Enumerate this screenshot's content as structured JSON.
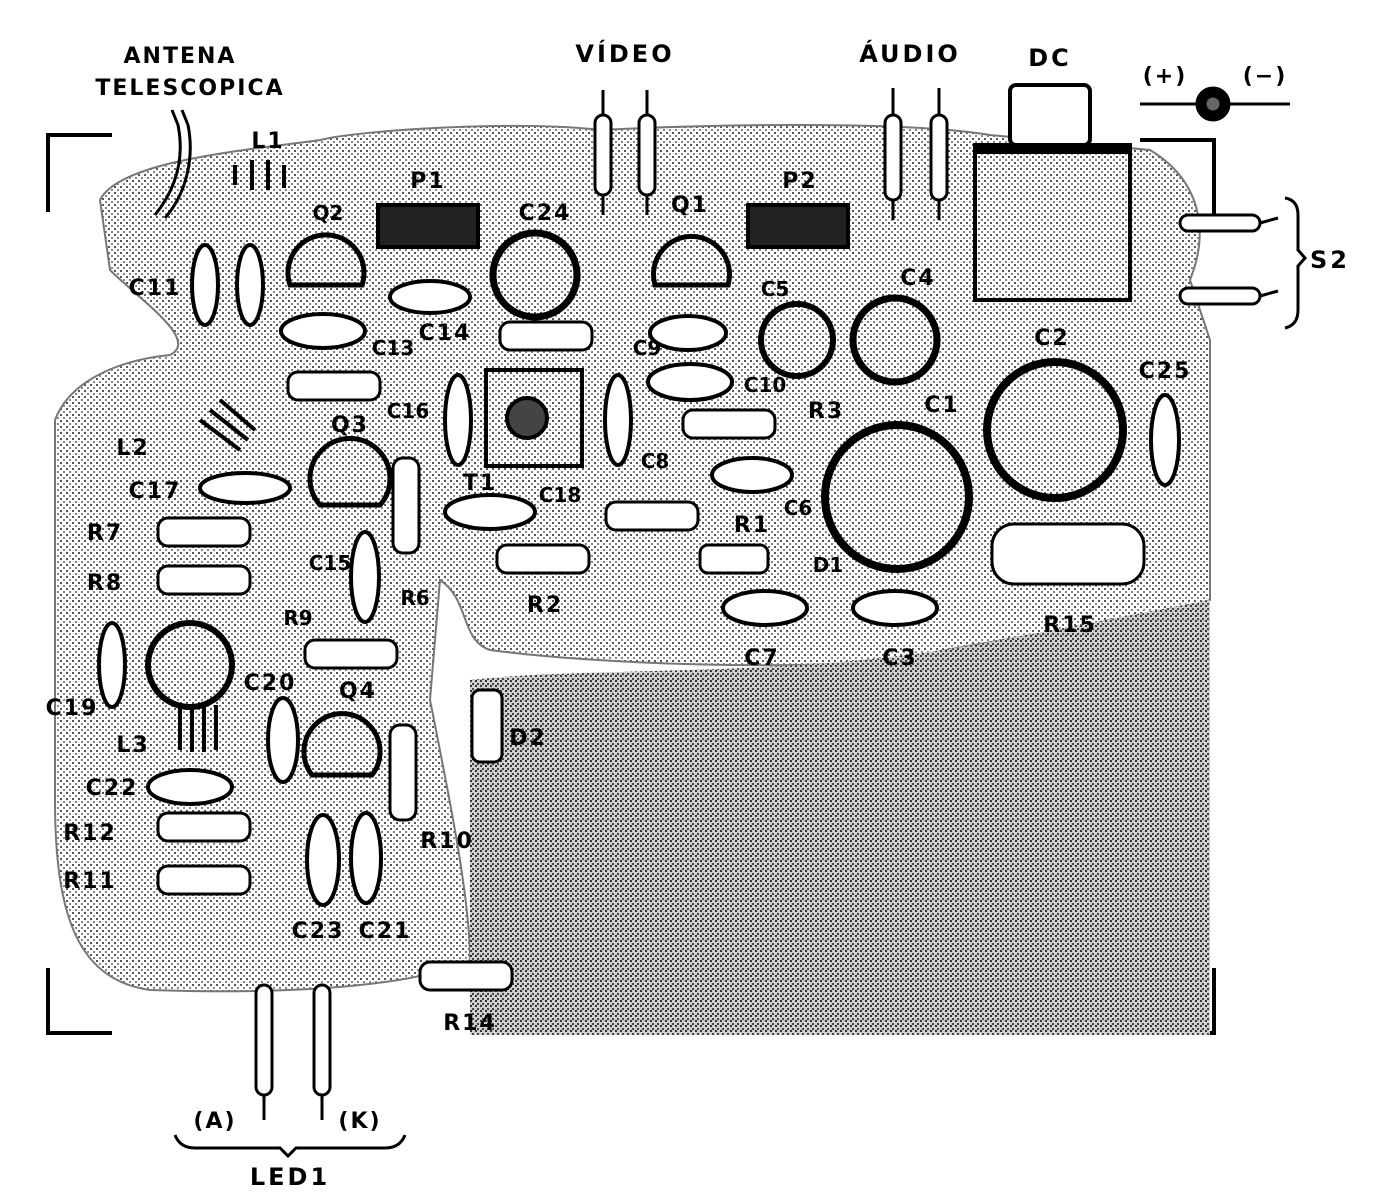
{
  "labels": {
    "antenna_line1": "ANTENA",
    "antenna_line2": "TELESCOPICA",
    "video": "VÍDEO",
    "audio": "ÁUDIO",
    "dc": "DC",
    "plus": "(+)",
    "minus": "(−)",
    "s2": "S2",
    "led_anode": "(A)",
    "led_cathode": "(K)",
    "led": "LED1"
  },
  "components": {
    "L1": "L1",
    "P1": "P1",
    "Q2": "Q2",
    "C11": "C11",
    "C24": "C24",
    "Q1": "Q1",
    "P2": "P2",
    "C4": "C4",
    "C5": "C5",
    "C2": "C2",
    "C25": "C25",
    "C14": "C14",
    "C13": "C13",
    "C9": "C9",
    "C10": "C10",
    "R3": "R3",
    "C1": "C1",
    "L2": "L2",
    "Q3": "Q3",
    "C16": "C16",
    "T1": "T1",
    "C18": "C18",
    "C8": "C8",
    "C6": "C6",
    "R1": "R1",
    "C17": "C17",
    "R7": "R7",
    "R8": "R8",
    "C15": "C15",
    "R6": "R6",
    "R2": "R2",
    "D1": "D1",
    "R15": "R15",
    "C7": "C7",
    "C3": "C3",
    "R9": "R9",
    "C19": "C19",
    "C20": "C20",
    "Q4": "Q4",
    "L3": "L3",
    "D2": "D2",
    "C22": "C22",
    "R12": "R12",
    "R11": "R11",
    "R10": "R10",
    "C23": "C23",
    "C21": "C21",
    "R14": "R14"
  },
  "colors": {
    "ink": "#000000",
    "board": "#d9d9d9",
    "copper": "#8c8c8c"
  }
}
